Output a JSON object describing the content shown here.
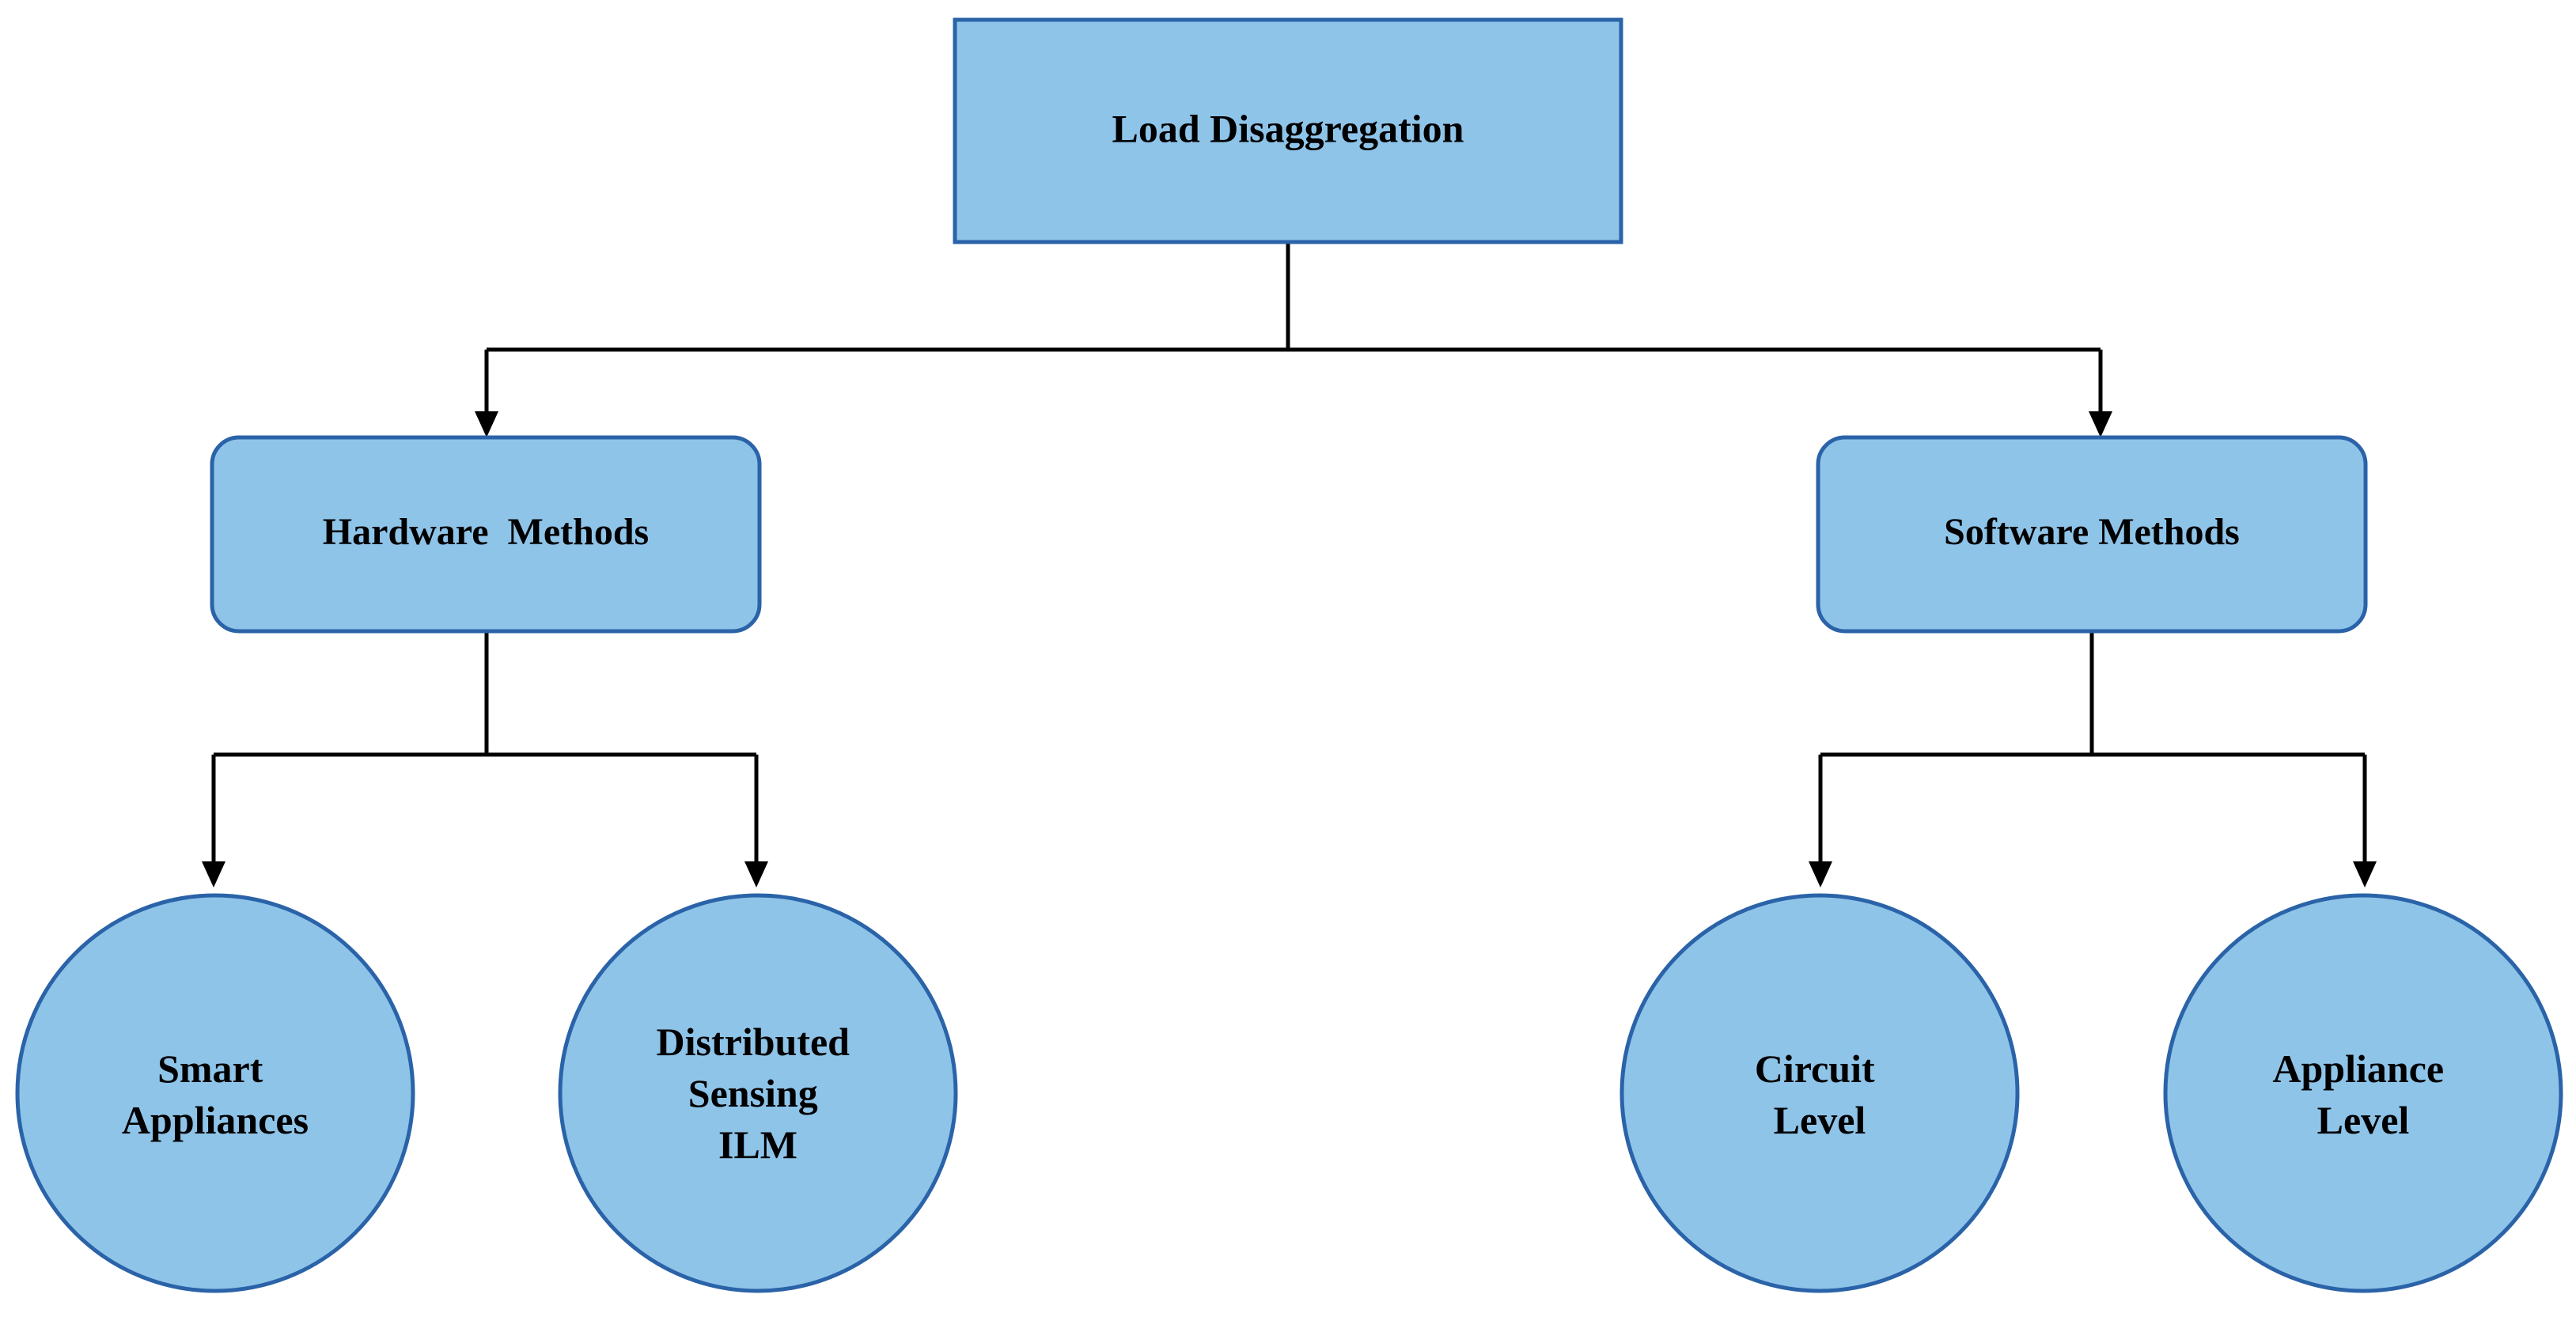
{
  "diagram": {
    "root": {
      "label": "Load Disaggregation"
    },
    "hardware": {
      "label": "Hardware  Methods"
    },
    "software": {
      "label": "Software Methods"
    },
    "leaves": {
      "smart_appliances": {
        "lines": [
          "Smart",
          "Appliances"
        ]
      },
      "distributed_sensing": {
        "lines": [
          "Distributed",
          "Sensing",
          "ILM"
        ]
      },
      "circuit_level": {
        "lines": [
          "Circuit",
          "Level"
        ]
      },
      "appliance_level": {
        "lines": [
          "Appliance",
          "Level"
        ]
      }
    },
    "colors": {
      "node_fill": "#8fc4e9",
      "node_stroke": "#2a63a8",
      "connector": "#000000"
    }
  }
}
